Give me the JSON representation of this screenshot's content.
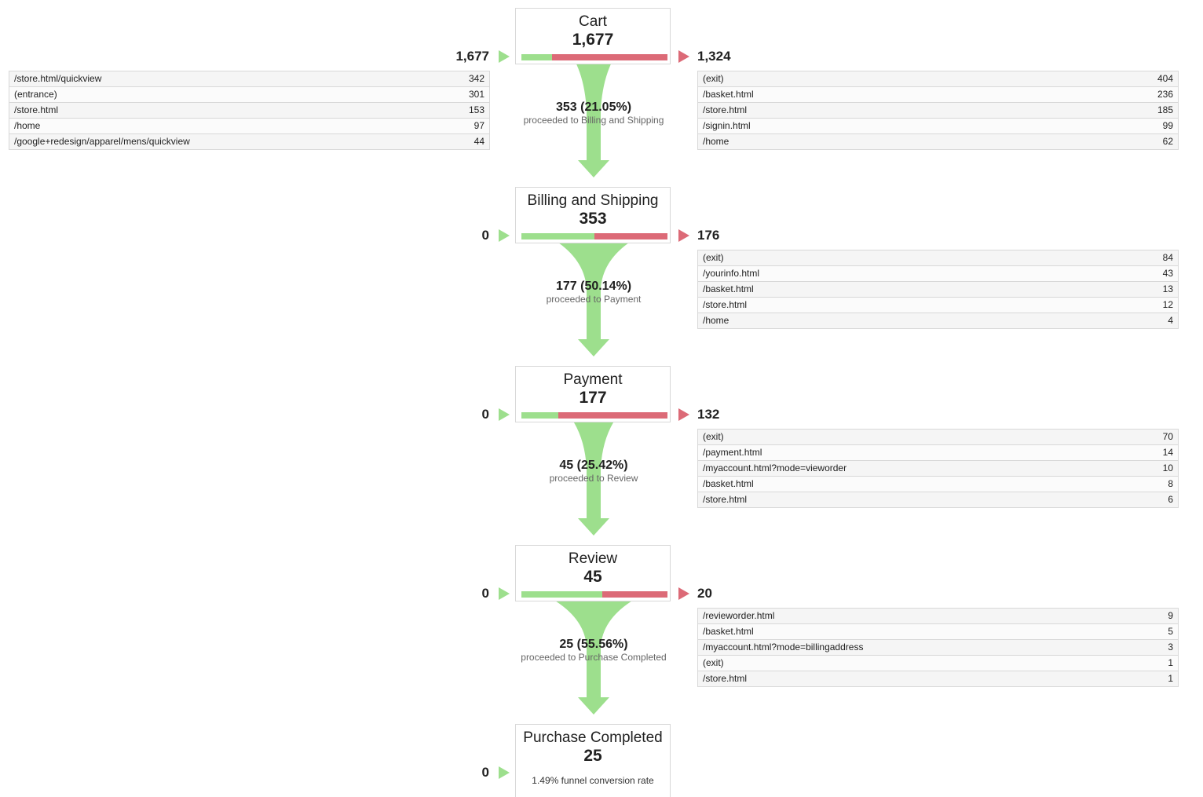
{
  "colors": {
    "proceed": "#9ddf8d",
    "exit": "#dc6a77",
    "border": "#d8d8d8"
  },
  "steps": [
    {
      "name": "Cart",
      "count": "1,677",
      "proceed_fraction": 0.2105,
      "entrance_total": "1,677",
      "entrances": [
        {
          "page": "/store.html/quickview",
          "count": "342"
        },
        {
          "page": "(entrance)",
          "count": "301"
        },
        {
          "page": "/store.html",
          "count": "153"
        },
        {
          "page": "/home",
          "count": "97"
        },
        {
          "page": "/google+redesign/apparel/mens/quickview",
          "count": "44"
        }
      ],
      "exit_total": "1,324",
      "exits": [
        {
          "page": "(exit)",
          "count": "404"
        },
        {
          "page": "/basket.html",
          "count": "236"
        },
        {
          "page": "/store.html",
          "count": "185"
        },
        {
          "page": "/signin.html",
          "count": "99"
        },
        {
          "page": "/home",
          "count": "62"
        }
      ],
      "flow": {
        "value": "353 (21.05%)",
        "text": "proceeded to Billing and Shipping"
      }
    },
    {
      "name": "Billing and Shipping",
      "count": "353",
      "proceed_fraction": 0.5014,
      "entrance_total": "0",
      "entrances": [],
      "exit_total": "176",
      "exits": [
        {
          "page": "(exit)",
          "count": "84"
        },
        {
          "page": "/yourinfo.html",
          "count": "43"
        },
        {
          "page": "/basket.html",
          "count": "13"
        },
        {
          "page": "/store.html",
          "count": "12"
        },
        {
          "page": "/home",
          "count": "4"
        }
      ],
      "flow": {
        "value": "177 (50.14%)",
        "text": "proceeded to Payment"
      }
    },
    {
      "name": "Payment",
      "count": "177",
      "proceed_fraction": 0.2542,
      "entrance_total": "0",
      "entrances": [],
      "exit_total": "132",
      "exits": [
        {
          "page": "(exit)",
          "count": "70"
        },
        {
          "page": "/payment.html",
          "count": "14"
        },
        {
          "page": "/myaccount.html?mode=vieworder",
          "count": "10"
        },
        {
          "page": "/basket.html",
          "count": "8"
        },
        {
          "page": "/store.html",
          "count": "6"
        }
      ],
      "flow": {
        "value": "45 (25.42%)",
        "text": "proceeded to Review"
      }
    },
    {
      "name": "Review",
      "count": "45",
      "proceed_fraction": 0.5556,
      "entrance_total": "0",
      "entrances": [],
      "exit_total": "20",
      "exits": [
        {
          "page": "/revieworder.html",
          "count": "9"
        },
        {
          "page": "/basket.html",
          "count": "5"
        },
        {
          "page": "/myaccount.html?mode=billingaddress",
          "count": "3"
        },
        {
          "page": "(exit)",
          "count": "1"
        },
        {
          "page": "/store.html",
          "count": "1"
        }
      ],
      "flow": {
        "value": "25 (55.56%)",
        "text": "proceeded to Purchase Completed"
      }
    },
    {
      "name": "Purchase Completed",
      "count": "25",
      "entrance_total": "0",
      "entrances": [],
      "conversion_rate": "1.49% funnel conversion rate"
    }
  ]
}
